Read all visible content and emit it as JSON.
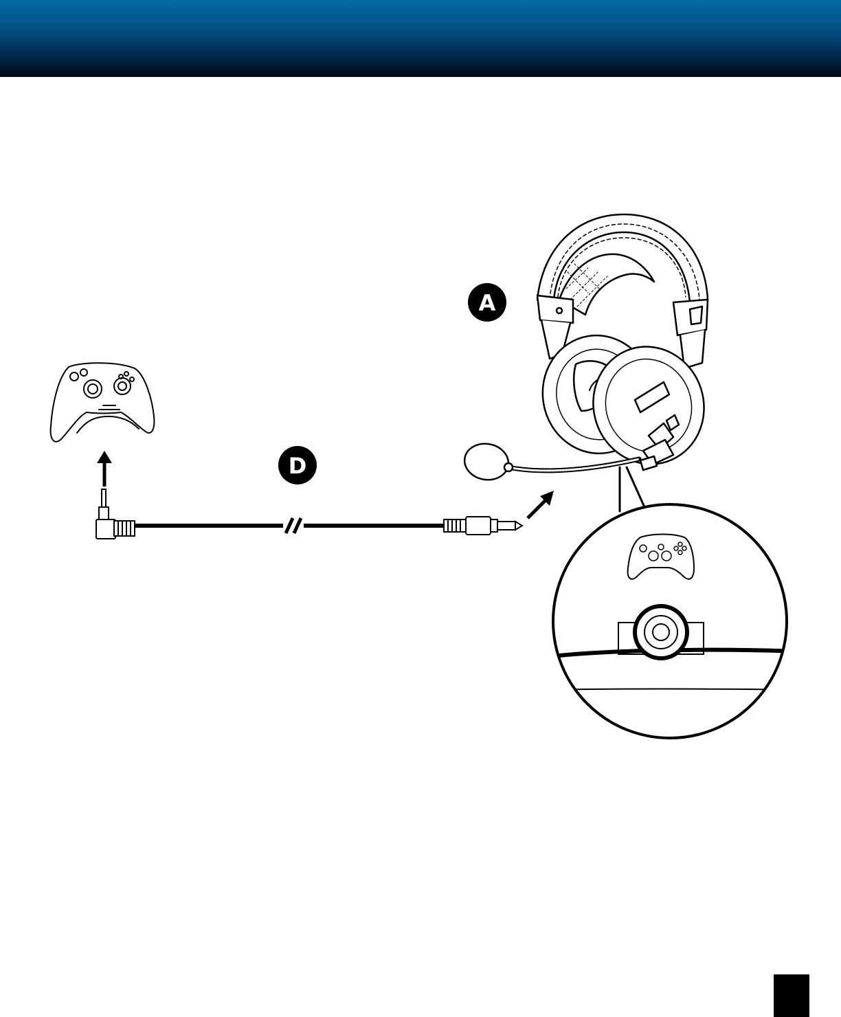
{
  "colors": {
    "header_top": "#0569a6",
    "header_bottom": "#010a18",
    "line_art": "#000000",
    "page_number_box": "#000000"
  },
  "labels": {
    "headset": "A",
    "cable": "D"
  },
  "icons": {
    "headset": "headset-illustration",
    "controller": "game-controller-illustration",
    "cable": "audio-cable-illustration",
    "detail": "controller-port-zoom"
  }
}
